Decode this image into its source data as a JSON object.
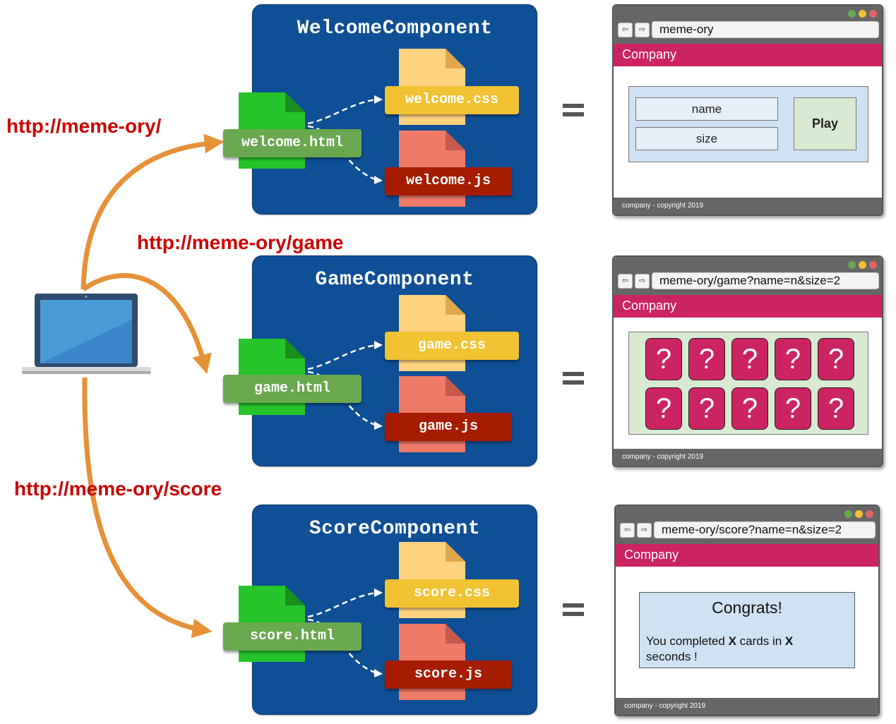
{
  "colors": {
    "component_bg": "#0e4f95",
    "url_label": "#cc0000",
    "arrow": "#e69138",
    "html_tag": "#6aa84f",
    "css_tag": "#f1c232",
    "js_tag": "#a61c00",
    "browser_header": "#cc2363",
    "browser_chrome": "#666666"
  },
  "routes": [
    {
      "url": "http://meme-ory/"
    },
    {
      "url": "http://meme-ory/game"
    },
    {
      "url": "http://meme-ory/score"
    }
  ],
  "components": [
    {
      "title": "WelcomeComponent",
      "html": "welcome.html",
      "css": "welcome.css",
      "js": "welcome.js"
    },
    {
      "title": "GameComponent",
      "html": "game.html",
      "css": "game.css",
      "js": "game.js"
    },
    {
      "title": "ScoreComponent",
      "html": "score.html",
      "css": "score.css",
      "js": "score.js"
    }
  ],
  "equals": "=",
  "browsers": [
    {
      "url": "meme-ory",
      "header": "Company",
      "footer": "company - copyright 2019",
      "form": {
        "name_field": "name",
        "size_field": "size",
        "play_button": "Play"
      }
    },
    {
      "url": "meme-ory/game?name=n&size=2",
      "header": "Company",
      "footer": "company - copyright 2019",
      "cards": [
        "?",
        "?",
        "?",
        "?",
        "?",
        "?",
        "?",
        "?",
        "?",
        "?"
      ]
    },
    {
      "url": "meme-ory/score?name=n&size=2",
      "header": "Company",
      "footer": "company - copyright 2019",
      "score": {
        "title": "Congrats!",
        "line1_a": "You completed ",
        "x1": "X",
        "line1_b": " cards in ",
        "x2": "X",
        "line2": "seconds !"
      }
    }
  ]
}
